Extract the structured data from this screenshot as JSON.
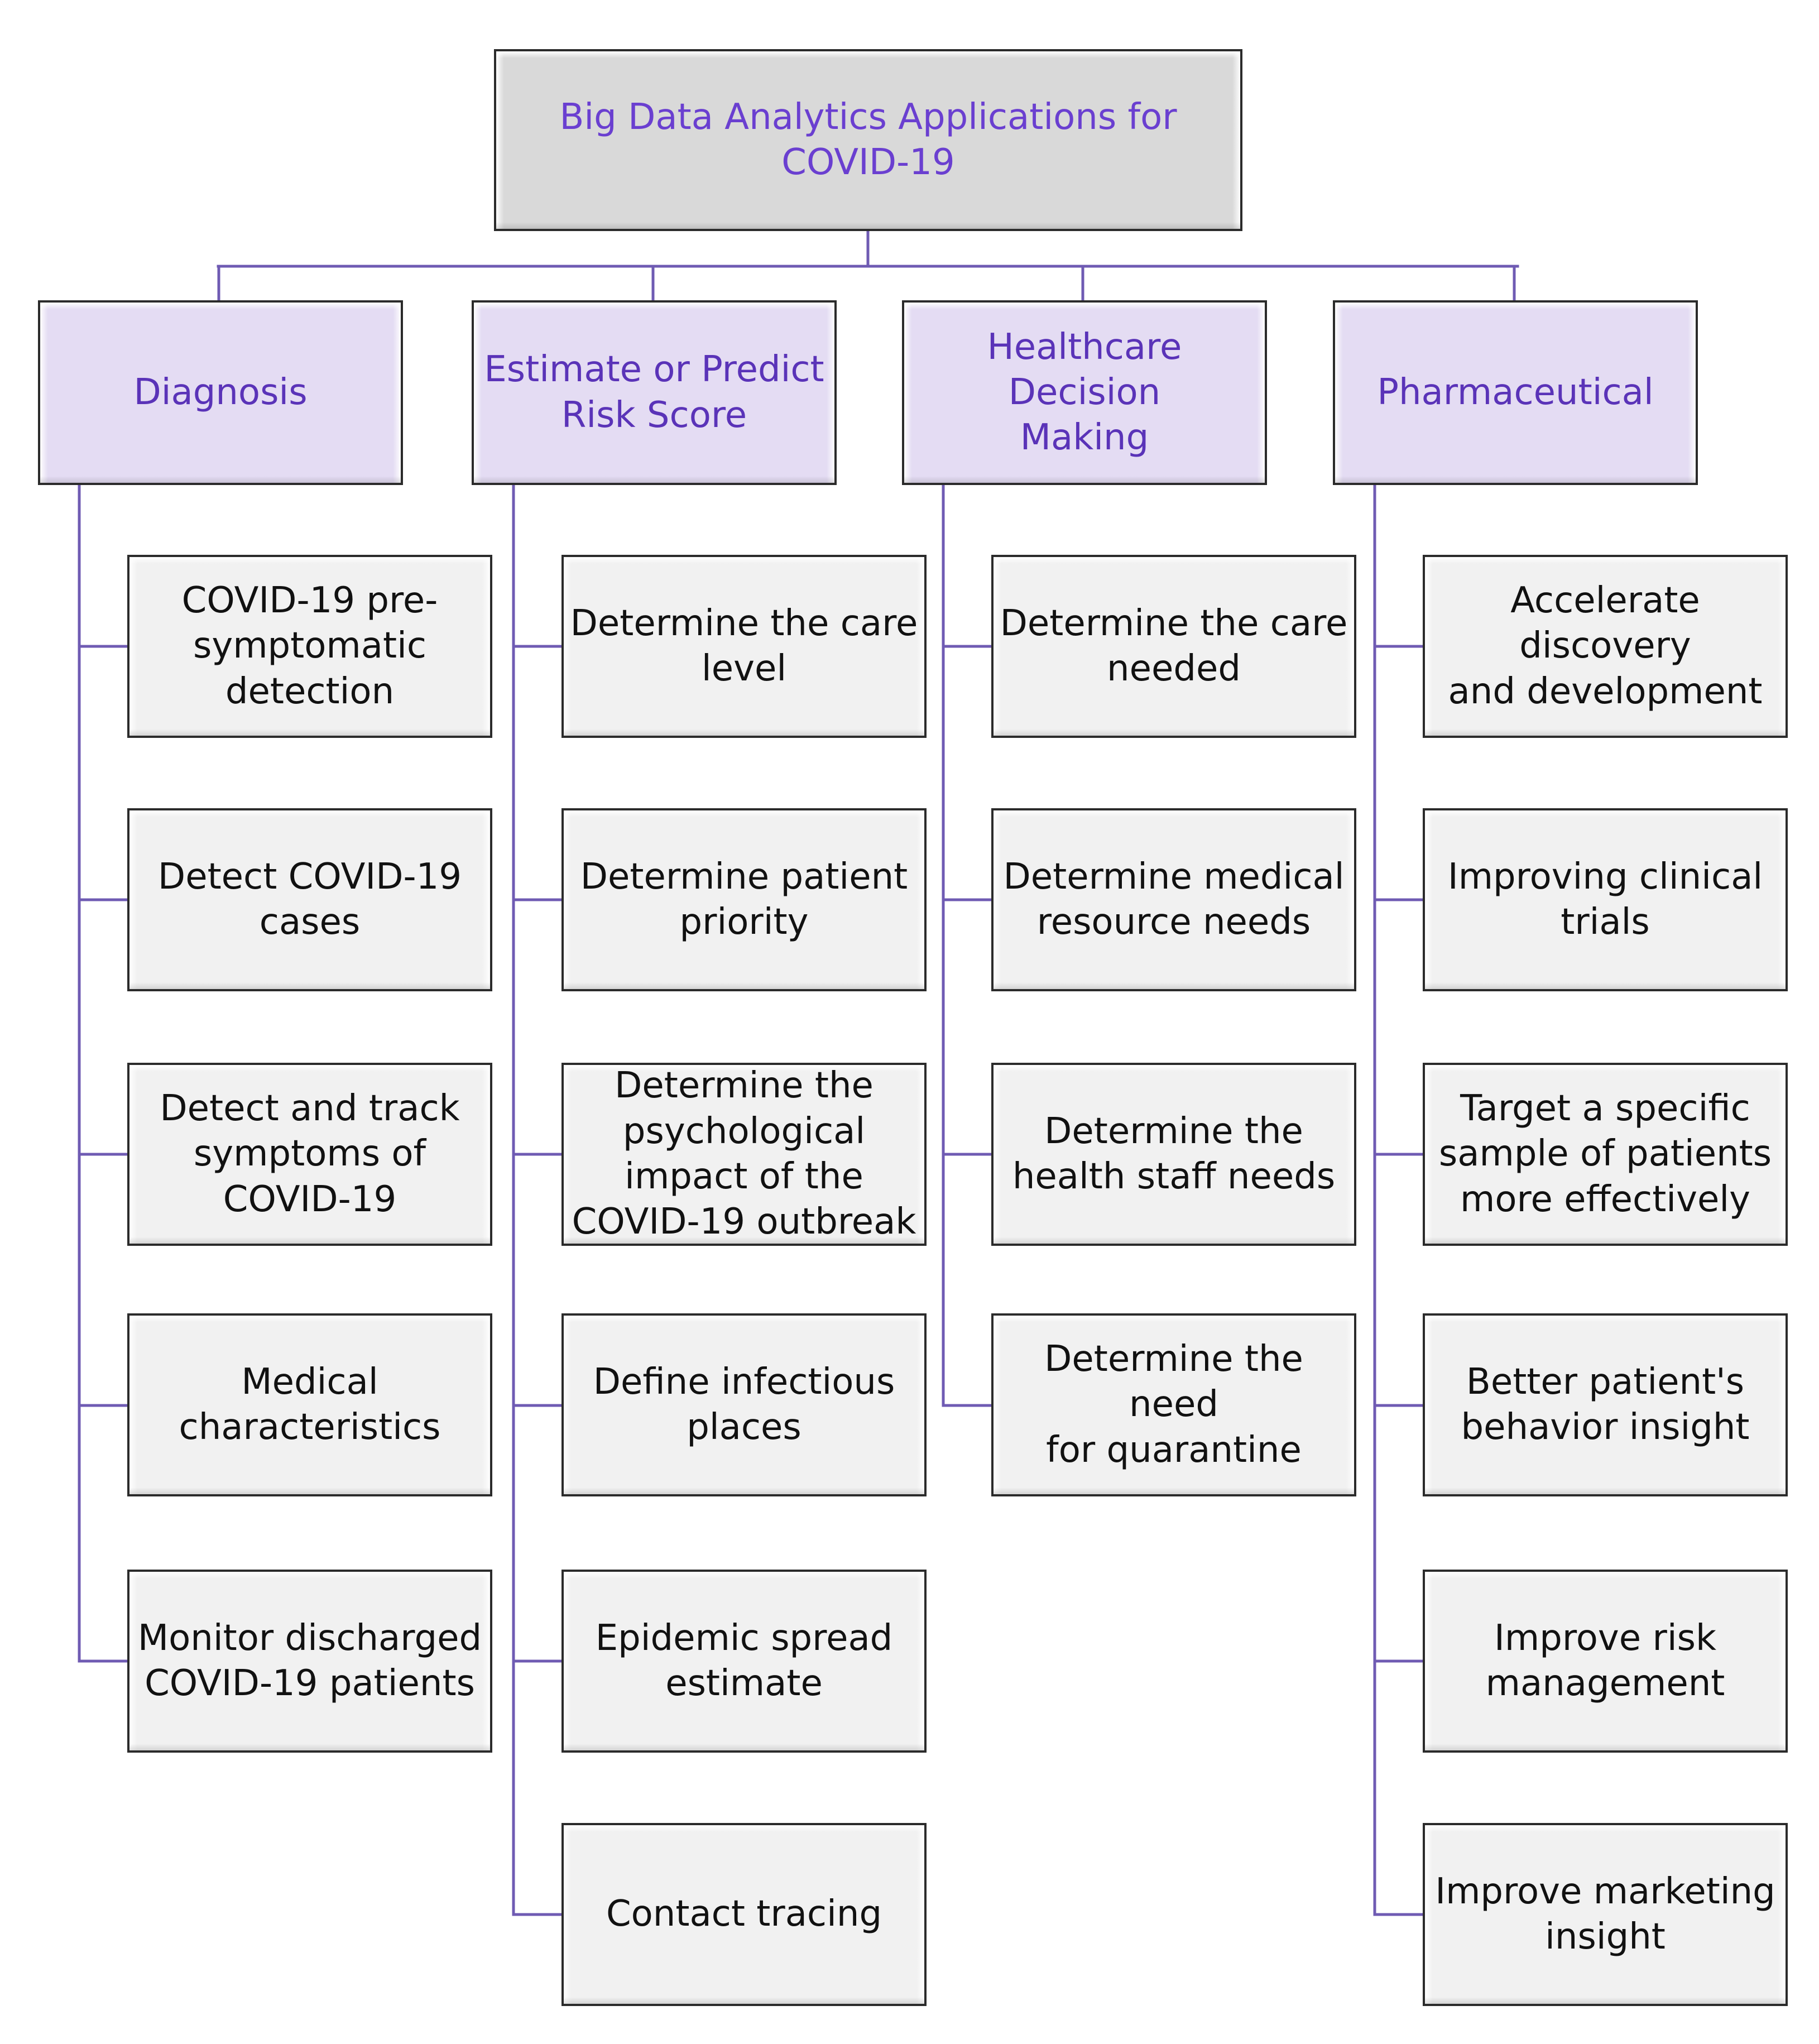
{
  "colors": {
    "connector": "#6f5bb3",
    "root_fill": "#d9d9d9",
    "root_text": "#6a3fd0",
    "category_fill": "#e4dcf3",
    "category_text": "#5a33b8",
    "leaf_fill": "#f1f1f1",
    "leaf_text": "#111111",
    "border": "#2b2b2b"
  },
  "root": {
    "label": "Big Data Analytics Applications for\nCOVID-19"
  },
  "categories": [
    {
      "label": "Diagnosis",
      "items": [
        "COVID-19 pre-\nsymptomatic\ndetection",
        "Detect COVID-19\ncases",
        "Detect and track\nsymptoms of\nCOVID-19",
        "Medical\ncharacteristics",
        "Monitor discharged\nCOVID-19 patients"
      ]
    },
    {
      "label": "Estimate or Predict\nRisk Score",
      "items": [
        "Determine the care\nlevel",
        "Determine patient\npriority",
        "Determine the\npsychological\nimpact of the\nCOVID-19 outbreak",
        "Define infectious\nplaces",
        "Epidemic spread\nestimate",
        "Contact tracing"
      ]
    },
    {
      "label": "Healthcare Decision\nMaking",
      "items": [
        "Determine the care\nneeded",
        "Determine medical\nresource needs",
        "Determine the\nhealth staff needs",
        "Determine the need\nfor quarantine"
      ]
    },
    {
      "label": "Pharmaceutical",
      "items": [
        "Accelerate discovery\nand development",
        "Improving clinical\ntrials",
        "Target a specific\nsample of patients\nmore effectively",
        "Better patient's\nbehavior insight",
        "Improve risk\nmanagement",
        "Improve marketing\ninsight"
      ]
    }
  ]
}
